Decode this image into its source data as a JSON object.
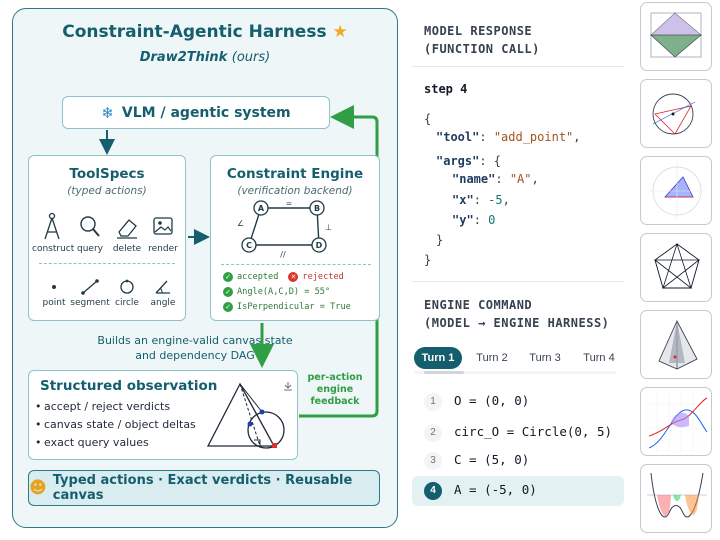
{
  "harness": {
    "title": "Constraint-Agentic Harness",
    "title_icon": "star",
    "subtitle": "Draw2Think",
    "subtitle_suffix": "(ours)",
    "vlm_label": "VLM / agentic system",
    "vlm_icon": "snowflake",
    "toolspecs": {
      "title": "ToolSpecs",
      "subtitle": "(typed actions)",
      "top_tools": [
        "construct",
        "query",
        "delete",
        "render"
      ],
      "bottom_tools": [
        "point",
        "segment",
        "circle",
        "angle"
      ]
    },
    "engine": {
      "title": "Constraint Engine",
      "subtitle": "(verification backend)",
      "nodes": [
        "A",
        "B",
        "C",
        "D"
      ],
      "accepted_label": "accepted",
      "rejected_label": "rejected",
      "checks": [
        "Angle(A,C,D) = 55°",
        "IsPerpendicular = True"
      ]
    },
    "builds_text_1": "Builds an engine-valid canvas state",
    "builds_text_2": "and dependency DAG",
    "observation": {
      "title": "Structured observation",
      "items": [
        "accept / reject verdicts",
        "canvas state / object deltas",
        "exact query values"
      ]
    },
    "feedback": [
      "per-action",
      "engine",
      "feedback"
    ],
    "bottom_bar": "Typed actions · Exact verdicts · Reusable canvas",
    "colors": {
      "primary": "#155e6e",
      "accent_green": "#2f9e44",
      "panel_bg": "#eef6f8"
    }
  },
  "model_response": {
    "header_1": "MODEL RESPONSE",
    "header_2": "(FUNCTION CALL)",
    "step": "step 4",
    "tool_key": "\"tool\"",
    "tool_value": "\"add_point\"",
    "args_key": "\"args\"",
    "name_key": "\"name\"",
    "name_value": "\"A\"",
    "x_key": "\"x\"",
    "x_value": "-5",
    "y_key": "\"y\"",
    "y_value": "0"
  },
  "engine_command": {
    "header_1": "ENGINE COMMAND",
    "header_2": "(MODEL → ENGINE HARNESS)",
    "tabs": [
      "Turn 1",
      "Turn 2",
      "Turn 3",
      "Turn 4"
    ],
    "active_tab": "Turn 1",
    "commands": [
      {
        "num": "1",
        "text": "O = (0, 0)"
      },
      {
        "num": "2",
        "text": "circ_O = Circle(0, 5)"
      },
      {
        "num": "3",
        "text": "C = (5, 0)"
      },
      {
        "num": "4",
        "text": "A = (-5, 0)"
      }
    ],
    "active_command": "4"
  },
  "thumbnails": [
    "triangle-shading",
    "circle-construction",
    "triangle-shaded",
    "pentagon-star",
    "pyramid",
    "function-plot",
    "curve-plot"
  ]
}
